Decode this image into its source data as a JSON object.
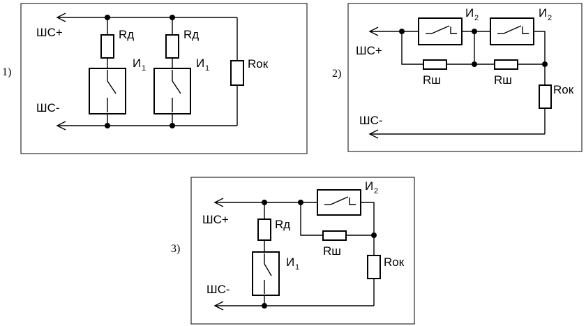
{
  "circuits": [
    {
      "number": "1)",
      "labels": {
        "line_plus": "ШС+",
        "line_minus": "ШС-",
        "resistor_add_1": "Rд",
        "resistor_add_2": "Rд",
        "detector_1": "И",
        "detector_1_sub": "1",
        "detector_2": "И",
        "detector_2_sub": "1",
        "resistor_end": "Rок"
      }
    },
    {
      "number": "2)",
      "labels": {
        "line_plus": "ШС+",
        "line_minus": "ШС-",
        "detector_1": "И",
        "detector_1_sub": "2",
        "detector_2": "И",
        "detector_2_sub": "2",
        "shunt_1": "Rш",
        "shunt_2": "Rш",
        "resistor_end": "Rок"
      }
    },
    {
      "number": "3)",
      "labels": {
        "line_plus": "ШС+",
        "line_minus": "ШС-",
        "resistor_add": "Rд",
        "detector_1": "И",
        "detector_1_sub": "1",
        "detector_2": "И",
        "detector_2_sub": "2",
        "shunt": "Rш",
        "resistor_end": "Rок"
      }
    }
  ]
}
